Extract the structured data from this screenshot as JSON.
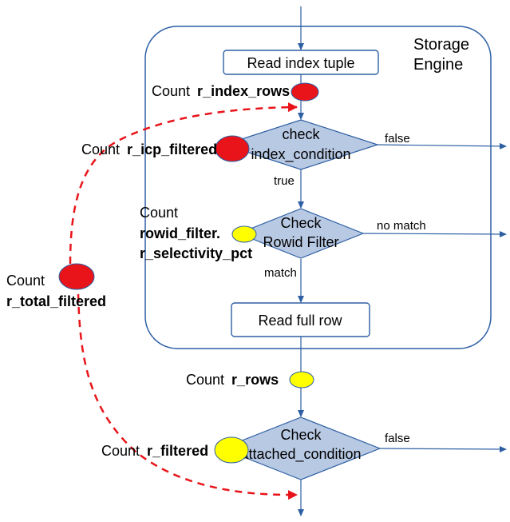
{
  "container_label": [
    "Storage",
    "Engine"
  ],
  "nodes": {
    "read_index_tuple": "Read index tuple",
    "check_index_condition": [
      "check",
      "index_condition"
    ],
    "check_rowid_filter": [
      "Check",
      "Rowid Filter"
    ],
    "read_full_row": "Read full row",
    "check_attached_condition": [
      "Check",
      "attached_condition"
    ]
  },
  "edges": {
    "index_false": "false",
    "index_true": "true",
    "rowid_no_match": "no match",
    "rowid_match": "match",
    "attached_false": "false"
  },
  "counters": {
    "r_index_rows": {
      "prefix": "Count",
      "name": "r_index_rows"
    },
    "r_icp_filtered": {
      "prefix": "Count",
      "name": "r_icp_filtered"
    },
    "rowid_filter": {
      "prefix": "Count",
      "name_line1": "rowid_filter.",
      "name_line2": "r_selectivity_pct"
    },
    "r_total_filtered": {
      "prefix": "Count",
      "name": "r_total_filtered"
    },
    "r_rows": {
      "prefix": "Count",
      "name": "r_rows"
    },
    "r_filtered": {
      "prefix": "Count",
      "name": "r_filtered"
    }
  },
  "colors": {
    "flow": "#2e5fa3",
    "diamond_fill": "#b8c9e3",
    "red_counter": "#e8141a",
    "yellow_counter": "#ffff00",
    "dashed_arrow": "#e8141a"
  }
}
